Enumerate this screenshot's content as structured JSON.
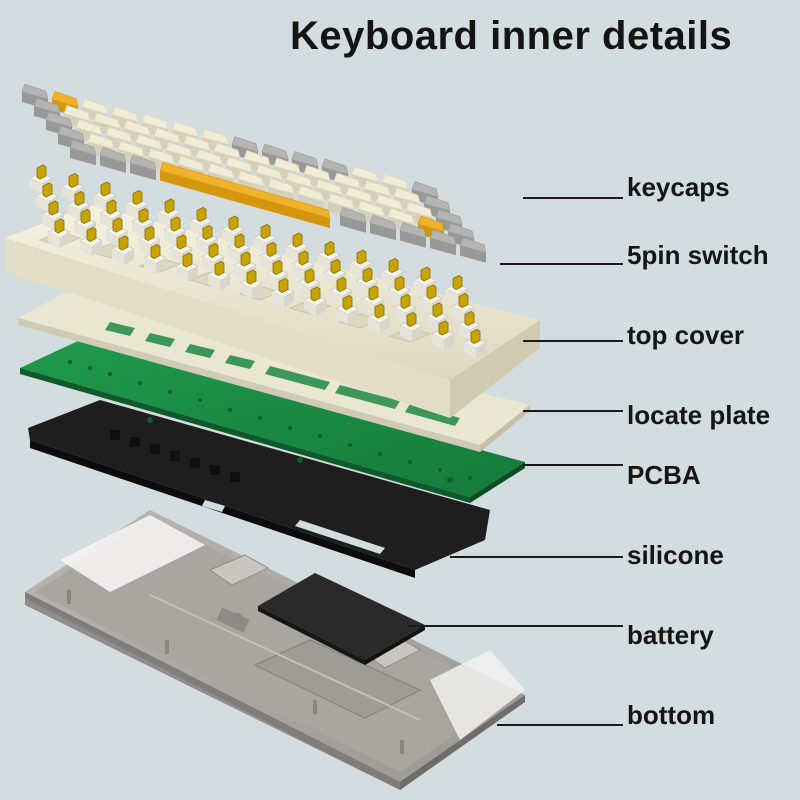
{
  "title": "Keyboard inner details",
  "components": [
    {
      "id": "keycaps",
      "label": "keycaps"
    },
    {
      "id": "switch",
      "label": "5pin switch"
    },
    {
      "id": "top-cover",
      "label": "top cover"
    },
    {
      "id": "locate-plate",
      "label": "locate plate"
    },
    {
      "id": "pcba",
      "label": "PCBA"
    },
    {
      "id": "silicone",
      "label": "silicone"
    },
    {
      "id": "battery",
      "label": "battery"
    },
    {
      "id": "bottom",
      "label": "bottom"
    }
  ],
  "colors": {
    "background": "#d3dde0",
    "keycap_cream": "#f1ecd6",
    "keycap_gray": "#b4b4b2",
    "keycap_yellow": "#f0b22a",
    "switch_yellow": "#c9a400",
    "top_cover": "#efecd8",
    "locate_plate": "#e9e6d2",
    "pcba_green": "#1f8a44",
    "silicone_black": "#1e1e1e",
    "battery_black": "#2a2a2a",
    "bottom_gray": "#a9a7a2"
  }
}
